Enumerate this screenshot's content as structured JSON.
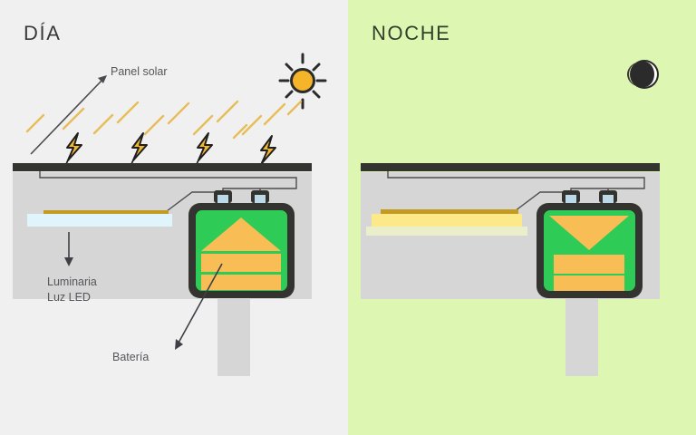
{
  "diagram": {
    "title_day": "DÍA",
    "title_night": "NOCHE",
    "subject": "solar-street-light",
    "labels": {
      "solar_panel": "Panel solar",
      "luminaire_line1": "Luminaria",
      "luminaire_line2": "Luz LED",
      "battery": "Batería"
    },
    "icons": {
      "sun": "sun-icon",
      "moon": "moon-icon",
      "bolt": "lightning-bolt-icon",
      "battery_charging": "battery-charging-icon",
      "battery_discharging": "battery-discharging-icon"
    },
    "counts": {
      "bolts": 4,
      "sun_rays_diagonal": 12,
      "sun_spokes": 8,
      "battery_terminals": 2
    },
    "colors": {
      "bg_day": "#f0f0f0",
      "bg_night": "#ddf7b2",
      "panel_dark": "#33332f",
      "housing_gray": "#d6d6d6",
      "battery_green": "#2ecc56",
      "battery_amber": "#f8bd55",
      "bolt_amber": "#f2b731",
      "sun_amber": "#f5b429",
      "ray_amber": "#e7bd58",
      "led_strip": "#c39a22",
      "glow_day": "#dff5fb",
      "glow_night": "#fbe98a",
      "text_title": "#3a3a38",
      "text_label": "#55565a",
      "wire": "#5a5a5a",
      "moon_dark": "#2b2b2b"
    }
  }
}
